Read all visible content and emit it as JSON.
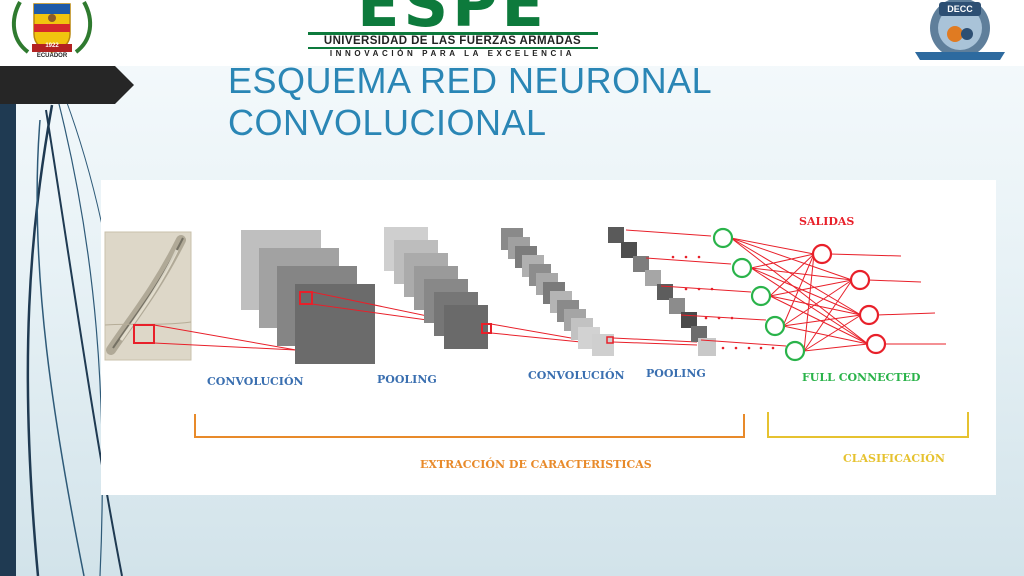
{
  "slide": {
    "title_line1": "ESQUEMA RED NEURONAL",
    "title_line2": "CONVOLUCIONAL"
  },
  "logos": {
    "espe_wordmark": "ESPE",
    "espe_university": "UNIVERSIDAD DE LAS FUERZAS ARMADAS",
    "espe_motto": "INNOVACIÓN PARA LA EXCELENCIA",
    "ecuador_caption": "ECUADOR",
    "ecuador_year": "1922",
    "decc_text": "DECC"
  },
  "diagram": {
    "stage_labels": {
      "conv1": "CONVOLUCIÓN",
      "pool1": "POOLING",
      "conv2": "CONVOLUCIÓN",
      "pool2": "POOLING",
      "fc": "FULL CONNECTED",
      "outputs": "SALIDAS"
    },
    "group_labels": {
      "features": "EXTRACCIÓN DE CARACTERISTICAS",
      "classification": "CLASIFICACIÓN"
    }
  },
  "colors": {
    "title": "#2a86b5",
    "stage_label": "#3a6fb0",
    "fc_label": "#2ab34a",
    "outputs_label": "#e8202a",
    "features_bracket": "#e88a2a",
    "classification_bracket": "#e6c230",
    "connector_red": "#e8202a",
    "hidden_node": "#2ab34a",
    "output_node": "#e8202a",
    "left_band": "#1f3a52",
    "espe_green": "#0d7a3c"
  }
}
